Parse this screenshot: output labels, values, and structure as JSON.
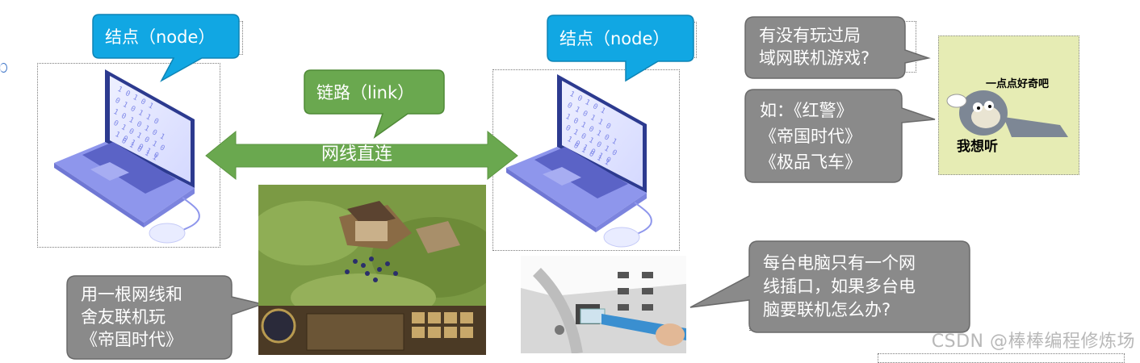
{
  "labels": {
    "node_left": "结点（node）",
    "node_right": "结点（node）",
    "link": "链路（link）",
    "cable": "网线直连"
  },
  "bubbles": {
    "lan_game_question": "有没有玩过局\n域网联机游戏?",
    "examples": "如：《红警》\n《帝国时代》\n《极品飞车》",
    "dorm_play": "用一根网线和\n舍友联机玩\n《帝国时代》",
    "one_port": "每台电脑只有一个网\n线插口，如果多台电\n脑要联机怎么办?"
  },
  "meme": {
    "caption_top": "一点点好奇吧",
    "caption_bottom": "我想听"
  },
  "watermark": "CSDN @棒棒编程修炼场",
  "colors": {
    "blue_bubble": "#11a7e3",
    "green_bubble": "#6aa84f",
    "gray_bubble": "#8a8a8a",
    "arrow_green": "#6aa84f",
    "laptop_body": "#8e96ec"
  }
}
